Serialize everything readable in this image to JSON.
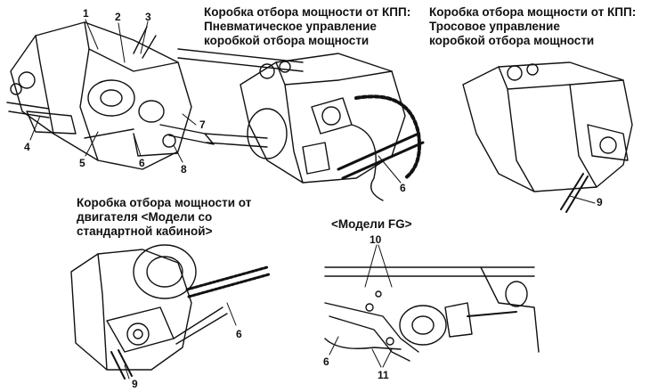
{
  "captions": {
    "pneumatic": [
      "Коробка отбора мощности от КПП:",
      "Пневматическое управление",
      "коробкой отбора мощности"
    ],
    "cable": [
      "Коробка отбора мощности от КПП:",
      "Тросовое управление",
      "коробкой отбора мощности"
    ],
    "engine": [
      "Коробка отбора мощности от",
      "двигателя <Модели со",
      "стандартной кабиной>"
    ],
    "fg": [
      "<Модели FG>"
    ]
  },
  "callouts": {
    "c1": "1",
    "c2": "2",
    "c3": "3",
    "c4": "4",
    "c5": "5",
    "c6": "6",
    "c7": "7",
    "c8": "8",
    "p6": "6",
    "t9": "9",
    "e6": "6",
    "e9": "9",
    "f10": "10",
    "f6": "6",
    "f11": "11"
  }
}
